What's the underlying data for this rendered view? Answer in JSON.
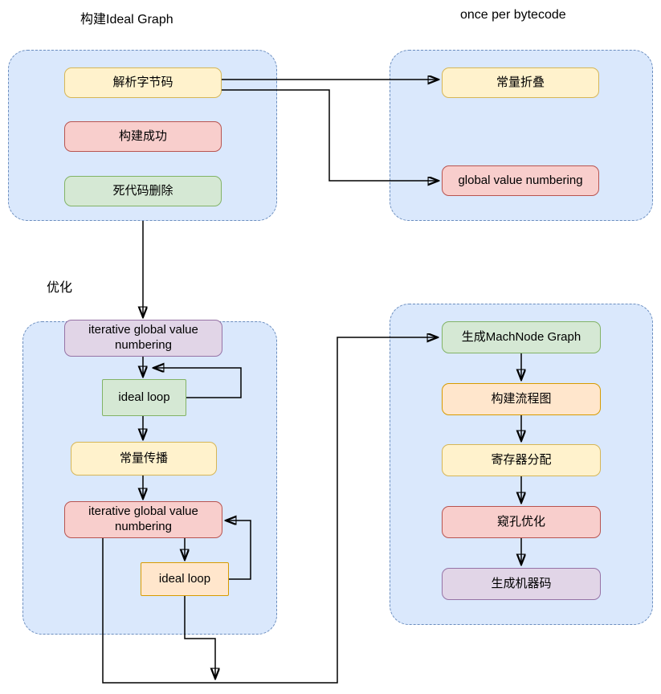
{
  "diagram": {
    "titles": {
      "build_ideal_graph": "构建Ideal Graph",
      "once_per_bytecode": "once per bytecode",
      "optimize": "优化"
    },
    "nodes": {
      "parse_bytecode": "解析字节码",
      "build_success": "构建成功",
      "dead_code_elimination": "死代码删除",
      "constant_folding": "常量折叠",
      "global_value_numbering": "global value numbering",
      "iterative_gvn_1": "iterative global value numbering",
      "ideal_loop_1": "ideal loop",
      "constant_propagation": "常量传播",
      "iterative_gvn_2": "iterative global value numbering",
      "ideal_loop_2": "ideal loop",
      "gen_machnode_graph": "生成MachNode Graph",
      "build_cfg": "构建流程图",
      "register_allocation": "寄存器分配",
      "peephole_optimization": "窥孔优化",
      "gen_machine_code": "生成机器码"
    },
    "colors": {
      "group_fill": "#dae8fc",
      "group_border": "#6c8ebf",
      "yellow_fill": "#fff2cc",
      "yellow_border": "#d6b656",
      "red_fill": "#f8cecc",
      "red_border": "#b85450",
      "green_fill": "#d5e8d4",
      "green_border": "#82b366",
      "purple_fill": "#e1d5e7",
      "purple_border": "#9673a6",
      "orange_fill": "#ffe6cc",
      "orange_border": "#d79b00",
      "arrow": "#000000"
    },
    "edges": [
      {
        "from": "parse_bytecode",
        "to": "constant_folding"
      },
      {
        "from": "parse_bytecode",
        "to": "global_value_numbering"
      },
      {
        "from": "build_ideal_graph_group",
        "to": "iterative_gvn_1"
      },
      {
        "from": "iterative_gvn_1",
        "to": "ideal_loop_1"
      },
      {
        "from": "ideal_loop_1",
        "to": "iterative_gvn_1"
      },
      {
        "from": "ideal_loop_1",
        "to": "constant_propagation"
      },
      {
        "from": "constant_propagation",
        "to": "iterative_gvn_2"
      },
      {
        "from": "iterative_gvn_2",
        "to": "ideal_loop_2"
      },
      {
        "from": "ideal_loop_2",
        "to": "iterative_gvn_2"
      },
      {
        "from": "iterative_gvn_2",
        "to": "gen_machnode_graph"
      },
      {
        "from": "ideal_loop_2",
        "to": "gen_machnode_graph"
      },
      {
        "from": "gen_machnode_graph",
        "to": "build_cfg"
      },
      {
        "from": "build_cfg",
        "to": "register_allocation"
      },
      {
        "from": "register_allocation",
        "to": "peephole_optimization"
      },
      {
        "from": "peephole_optimization",
        "to": "gen_machine_code"
      }
    ]
  }
}
